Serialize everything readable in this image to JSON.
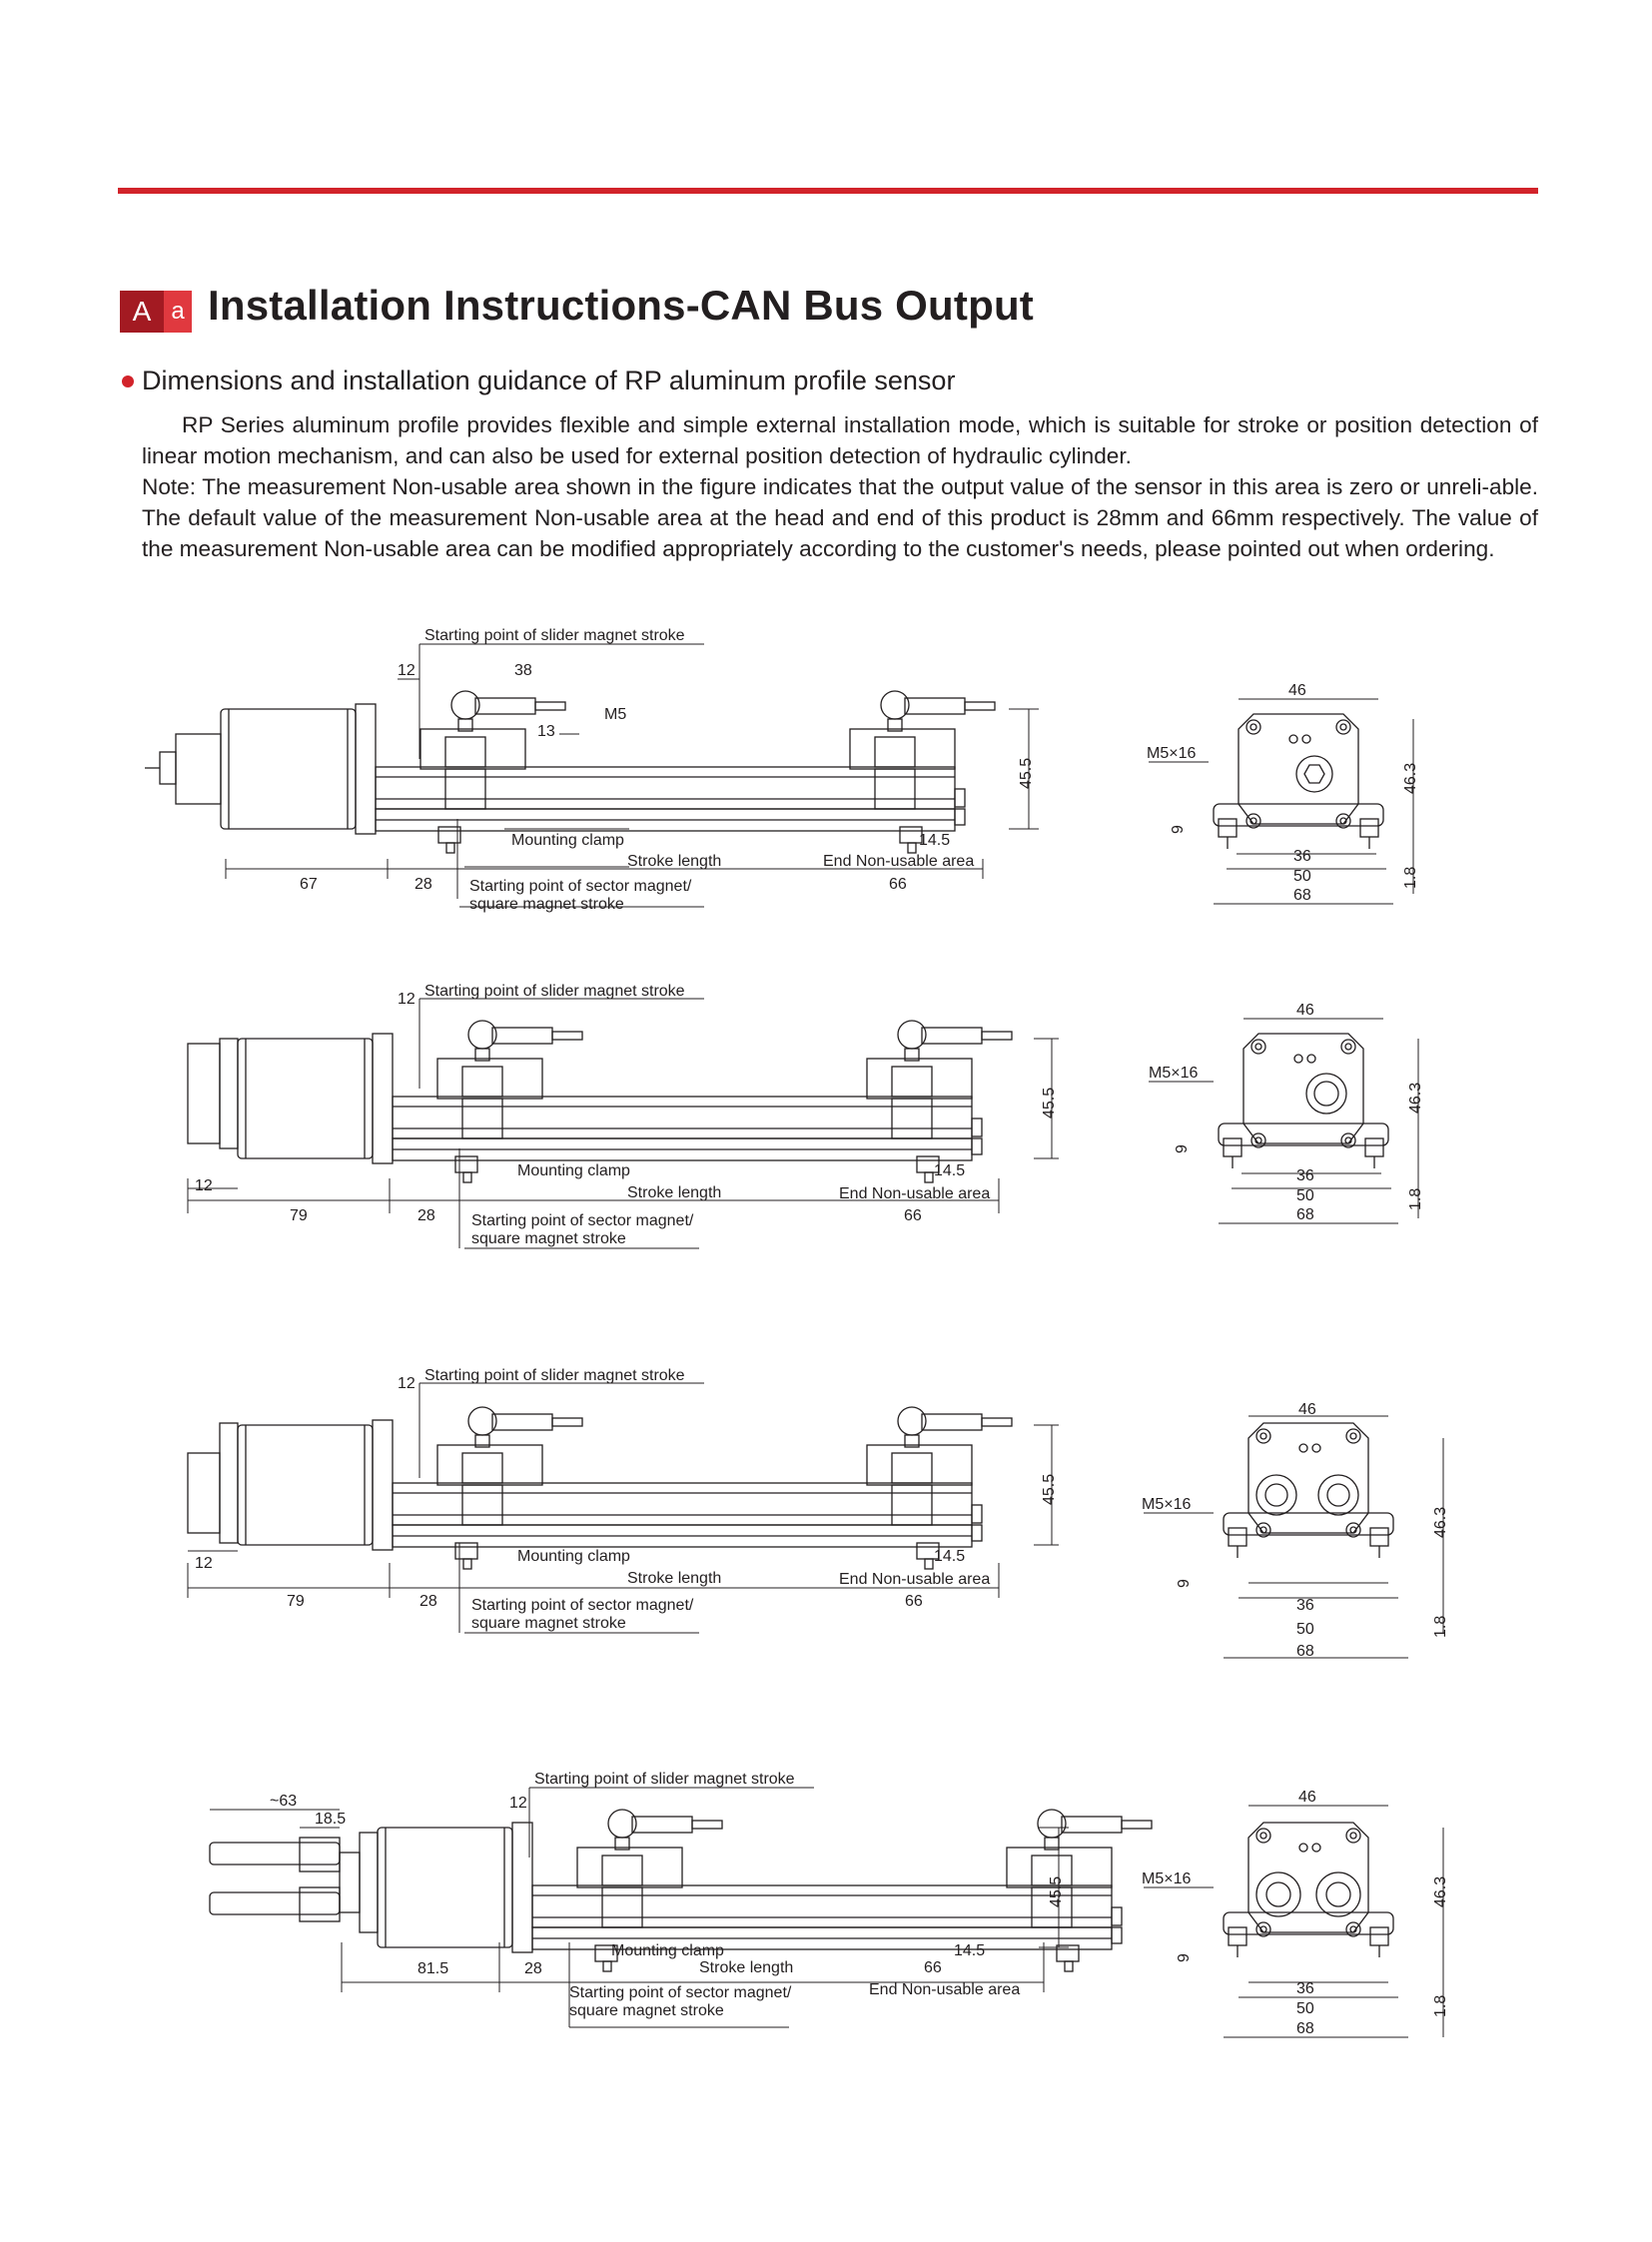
{
  "header": {
    "badge_primary": "A",
    "badge_secondary": "a",
    "title": "Installation Instructions-CAN Bus Output"
  },
  "section": {
    "subtitle": "Dimensions and installation guidance of RP aluminum profile sensor",
    "paragraph_1": "RP Series aluminum profile provides flexible and simple external installation mode, which is suitable for stroke or position detection of linear motion mechanism, and can also be used for external position detection of hydraulic cylinder.",
    "paragraph_2": "Note: The measurement Non-usable area shown in the figure indicates that the output value of the sensor in this area is zero or unreli-able. The default value of the measurement Non-usable area at the head and end of this product is 28mm and 66mm respectively. The value of the measurement Non-usable area can be modified appropriately according to the customer's needs, please pointed out when ordering."
  },
  "labels": {
    "slider_start": "Starting point of slider magnet stroke",
    "mounting_clamp": "Mounting clamp",
    "stroke_length": "Stroke length",
    "end_nonusable": "End Non-usable area",
    "sector_start_1": "Starting point of sector magnet/",
    "sector_start_2": "square magnet stroke",
    "m5": "M5",
    "m5x16": "M5×16"
  },
  "dims": {
    "d12": "12",
    "d38": "38",
    "d13": "13",
    "d45_5": "45.5",
    "d14_5": "14.5",
    "d67": "67",
    "d79": "79",
    "d81_5": "81.5",
    "d28": "28",
    "d66": "66",
    "d63": "~63",
    "d18_5": "18.5",
    "d46": "46",
    "d46_3": "46.3",
    "d9": "9",
    "d36": "36",
    "d50": "50",
    "d68": "68",
    "d1_8": "1.8"
  },
  "colors": {
    "accent_red": "#d2232a",
    "badge_dark": "#a31a22",
    "badge_light": "#e0393f",
    "ink": "#231f20"
  }
}
